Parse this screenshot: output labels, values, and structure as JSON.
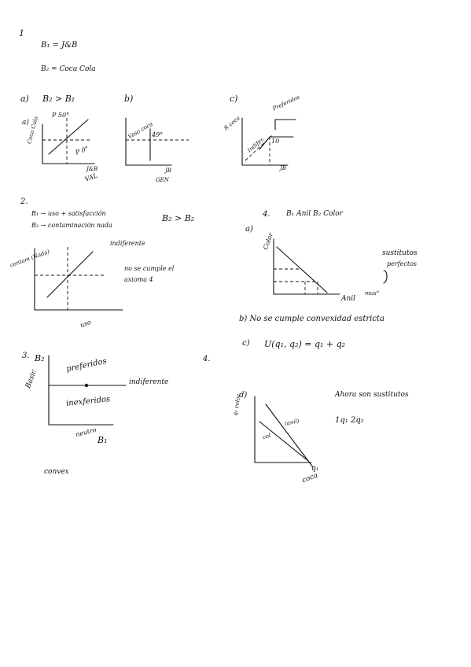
{
  "q1": {
    "number": "1",
    "bien1": "B₁ = J&B",
    "bien2": "B₂ = Coca Cola",
    "part_a": "a)",
    "relation_a": "B₂ > B₁",
    "part_b": "b)",
    "part_c": "c)",
    "graph_a": {
      "inner_label": "a)",
      "ylabel": "Coca Cola",
      "top_label": "P 50°",
      "point_label": "P 0°",
      "xlabel_1": "J&B",
      "xlabel_2": "VAL"
    },
    "graph_b": {
      "ylabel": "Vaso coca",
      "point_label": "49°",
      "xlabel_1": "JB",
      "xlabel_2": "GEN"
    },
    "graph_c": {
      "ylabel": "R coca",
      "top_label": "Preferidos",
      "left_label": "Indifer.",
      "point_label": "10",
      "xlabel": "JB"
    }
  },
  "q2": {
    "number": "2.",
    "line1": "B₁ → uso + satisfacción",
    "line2": "B₂ → contaminación nada",
    "relation": "B₂ > B₂",
    "graph": {
      "ylabel": "contam (Nada)",
      "curve_label": "indiferente",
      "xlabel": "uso"
    },
    "note_line1": "no se cumple el",
    "note_line2": "axioma 4"
  },
  "q3": {
    "number": "3.",
    "ylabel": "B₂",
    "ylabel_2": "Basic",
    "top_label": "preferidos",
    "line_label": "indiferente",
    "bottom_label": "inexferidos",
    "xlabel": "neutro",
    "xvar": "B₁",
    "footer": "convex"
  },
  "q4a": {
    "number": "4.",
    "header": "B₁ Anil   B₂ Color",
    "part_a": "a)",
    "ylabel": "Color",
    "xlabel": "Anil",
    "xlabel_2": "mus°",
    "note_line1": "sustitutos",
    "note_line2": "perfectos",
    "part_b": "b) No se cumple convexidad estricta",
    "part_c": "c)",
    "utility": "U(q₁, q₂) = q₁ + q₂"
  },
  "q4b": {
    "number": "4.",
    "part_d": "d)",
    "ylabel": "q₂ color",
    "line1_label": "(anil)",
    "line2_label": "col",
    "xvar": "q₁",
    "xlabel": "coca",
    "note_line1": "Ahora son sustitutos",
    "note_line2": "1q₁  2q₂"
  }
}
